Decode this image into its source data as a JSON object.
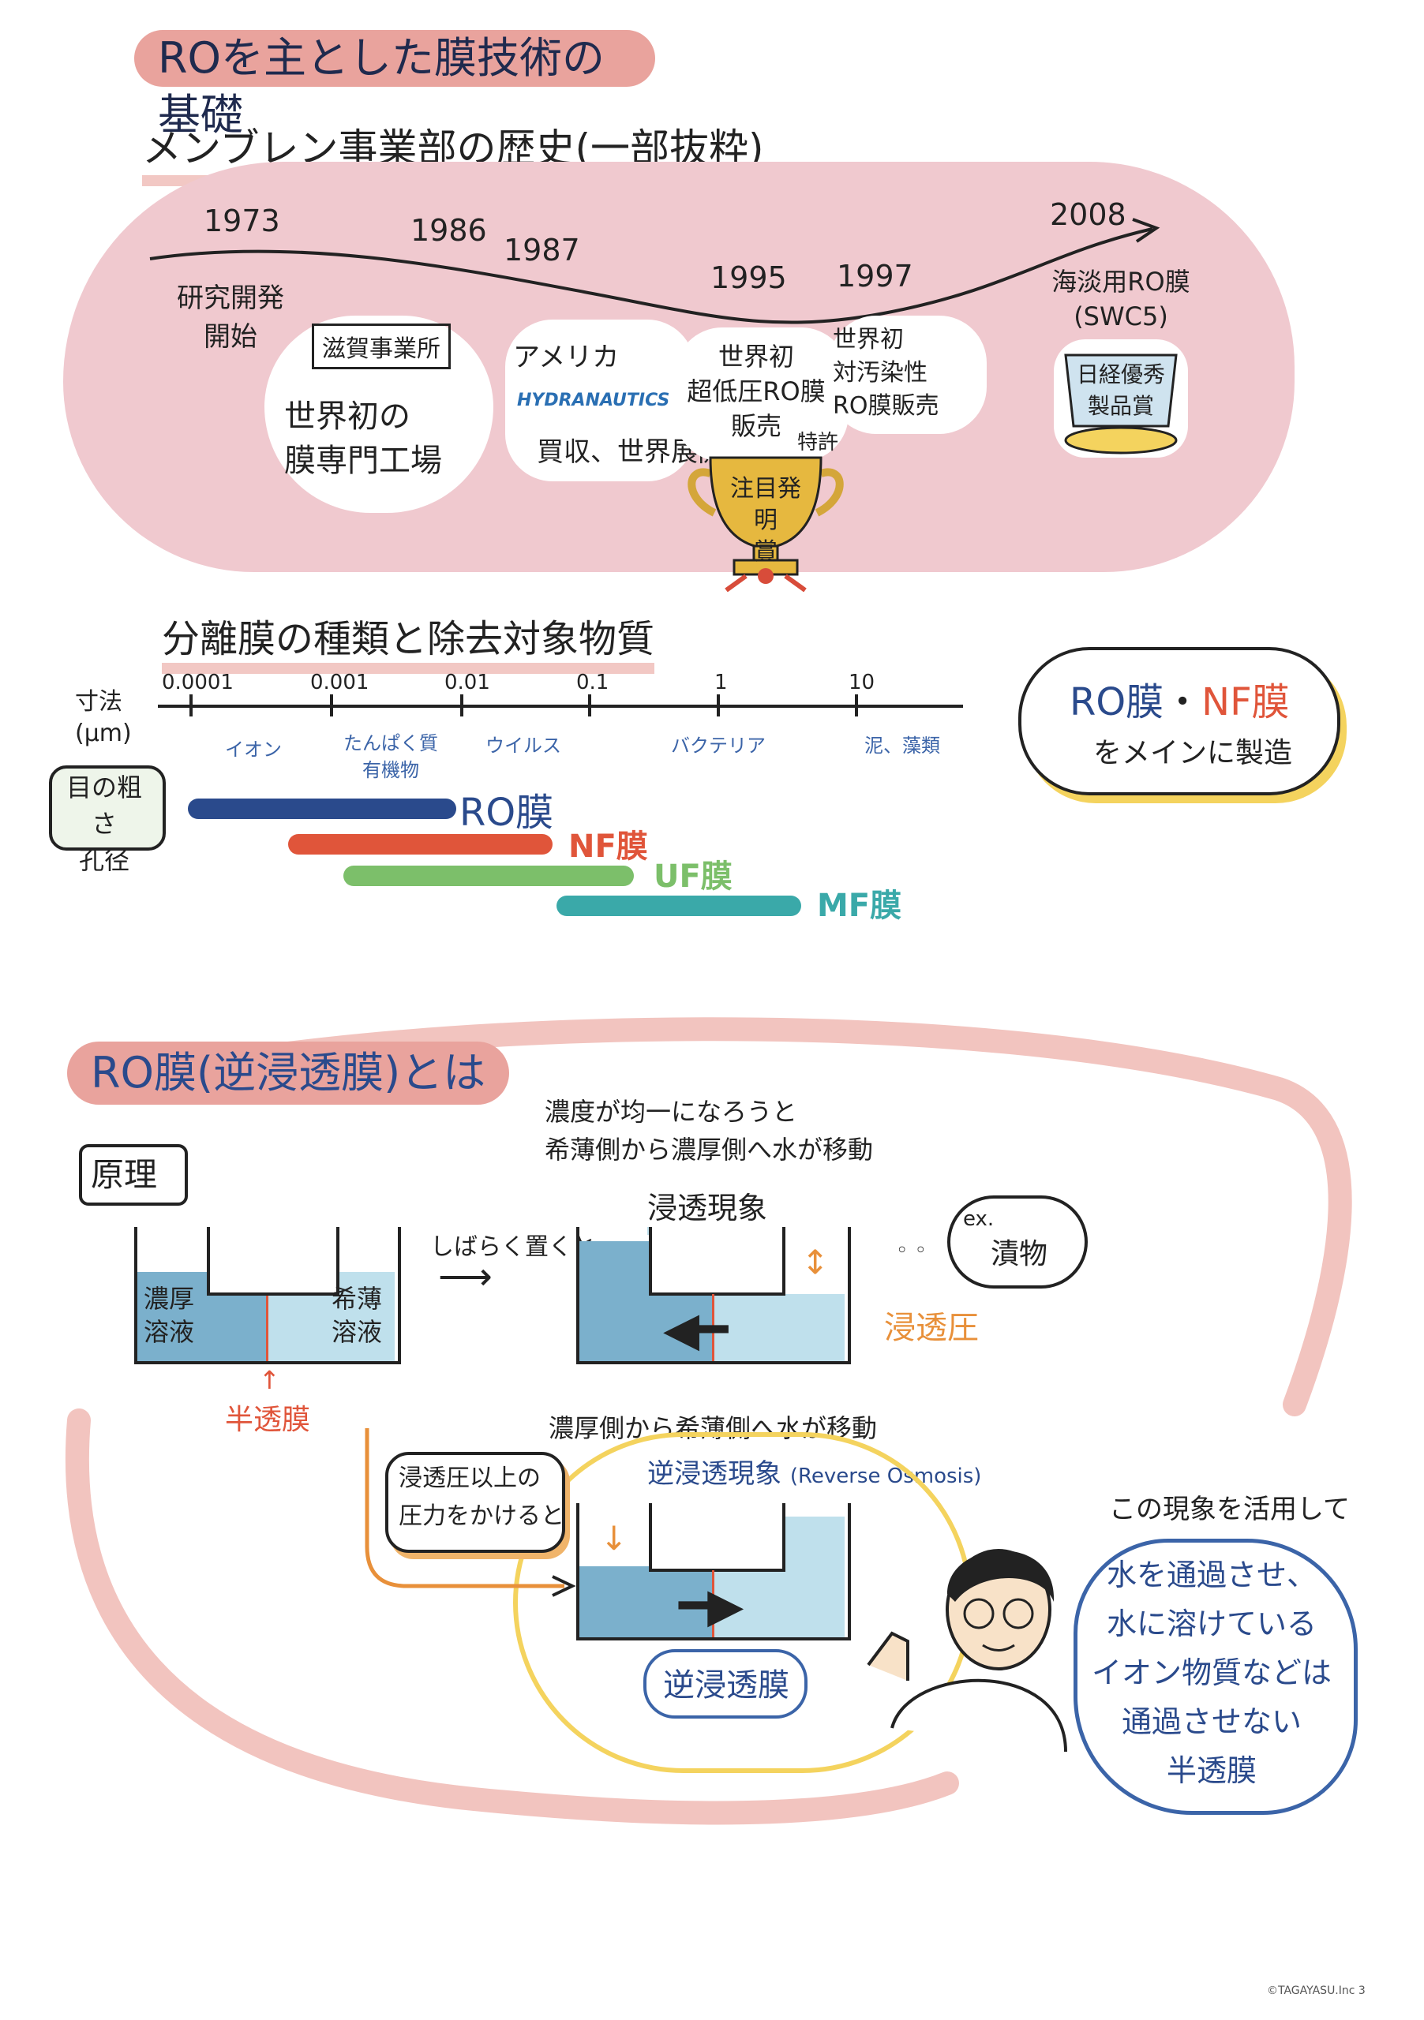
{
  "header": {
    "title": "ROを主とした膜技術の基礎"
  },
  "history": {
    "heading": "メンブレン事業部の歴史(一部抜粋)",
    "events": [
      {
        "year": "1973",
        "text": "研究開発\n開始"
      },
      {
        "year": "1986",
        "text_sign": "滋賀事業所",
        "text": "世界初の\n膜専門工場"
      },
      {
        "year": "1987",
        "text": "アメリカ",
        "logo": "HYDRANAUTICS",
        "text2": "買収、世界展開"
      },
      {
        "year": "1995",
        "text": "世界初\n超低圧RO膜\n販売",
        "note": "特許",
        "award": "注目発明\n賞"
      },
      {
        "year": "1997",
        "text": "世界初\n対汚染性\nRO膜販売"
      },
      {
        "year": "2008",
        "text": "海淡用RO膜\n(SWC5)",
        "award": "日経優秀\n製品賞"
      }
    ]
  },
  "membranes": {
    "heading": "分離膜の種類と除去対象物質",
    "axis_label": "寸法\n(μm)",
    "ticks": [
      "0.0001",
      "0.001",
      "0.01",
      "0.1",
      "1",
      "10"
    ],
    "categories": [
      "イオン",
      "たんぱく質\n有機物",
      "ウイルス",
      "バクテリア",
      "泥、藻類"
    ],
    "side_label": "目の粗さ\n孔径",
    "types": [
      {
        "name": "RO膜",
        "color": "#2a4a8c"
      },
      {
        "name": "NF膜",
        "color": "#e0553a"
      },
      {
        "name": "UF膜",
        "color": "#7cbf6a"
      },
      {
        "name": "MF膜",
        "color": "#3aa9a9"
      }
    ],
    "bubble": {
      "part1": "RO膜",
      "sep": "・",
      "part2": "NF膜",
      "line2": "をメインに製造"
    }
  },
  "ro": {
    "heading": "RO膜(逆浸透膜)とは",
    "principle": "原理",
    "concentrated": "濃厚\n溶液",
    "dilute": "希薄\n溶液",
    "semi_membrane": "半透膜",
    "after_a_while": "しばらく置くと",
    "osmosis_desc": "濃度が均一になろうと\n希薄側から濃厚側へ水が移動",
    "osmosis": "浸透現象",
    "ex": "ex.",
    "pickles": "漬物",
    "osmotic_pressure": "浸透圧",
    "reverse_desc": "濃厚側から希薄側へ水が移動",
    "reverse": "逆浸透現象",
    "reverse_en": "(Reverse Osmosis)",
    "pressure": "浸透圧以上の\n圧力をかけると",
    "ro_membrane": "逆浸透膜",
    "apply": "この現象を活用して",
    "cloud_text": "水を通過させ、\n水に溶けている\nイオン物質などは\n通過させない\n半透膜"
  },
  "footer": {
    "copyright": "©TAGAYASU.Inc",
    "page": "3"
  }
}
